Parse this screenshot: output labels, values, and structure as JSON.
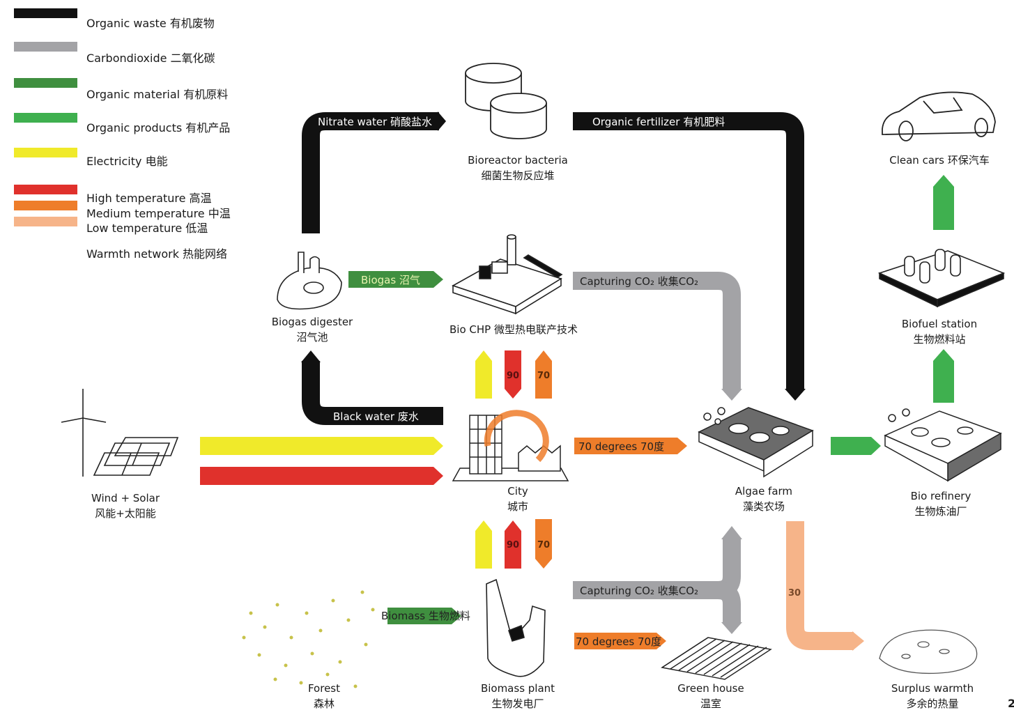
{
  "colors": {
    "organic_waste": "#111111",
    "carbon_dioxide": "#a3a3a6",
    "organic_material": "#3f8f3f",
    "organic_products": "#3fb04f",
    "electricity": "#f0ea2a",
    "high_temperature": "#e0312c",
    "medium_temperature": "#ee7d2a",
    "low_temperature": "#f6b489"
  },
  "legend": [
    {
      "label": "Organic waste  有机废物",
      "color_key": "organic_waste"
    },
    {
      "label": "Carbondioxide  二氧化碳",
      "color_key": "carbon_dioxide"
    },
    {
      "label": "Organic material  有机原料",
      "color_key": "organic_material"
    },
    {
      "label": "Organic products  有机产品",
      "color_key": "organic_products"
    },
    {
      "label": "Electricity  电能",
      "color_key": "electricity"
    },
    {
      "label": "High temperature  高温",
      "color_key": "high_temperature"
    },
    {
      "label": "Medium temperature  中温",
      "color_key": "medium_temperature"
    },
    {
      "label": "Low temperature  低温",
      "color_key": "low_temperature"
    },
    {
      "label": "Warmth network  热能网络"
    }
  ],
  "nodes": {
    "bioreactor": {
      "en": "Bioreactor bacteria",
      "zh": "细菌生物反应堆",
      "icon": "bioreactor-tanks-icon"
    },
    "clean_cars": {
      "en": "Clean cars  环保汽车",
      "icon": "car-icon"
    },
    "biogas_digester": {
      "en": "Biogas digester",
      "zh": "沼气池",
      "icon": "digester-icon"
    },
    "bio_chp": {
      "en": "Bio CHP  微型热电联产技术",
      "icon": "chp-plant-icon"
    },
    "biofuel_station": {
      "en": "Biofuel station",
      "zh": "生物燃料站",
      "icon": "biofuel-station-icon"
    },
    "wind_solar": {
      "en": "Wind + Solar",
      "zh": "风能+太阳能",
      "icon": "wind-solar-icon"
    },
    "city": {
      "en": "City",
      "zh": "城市",
      "icon": "city-icon"
    },
    "algae_farm": {
      "en": "Algae farm",
      "zh": "藻类农场",
      "icon": "algae-farm-icon"
    },
    "bio_refinery": {
      "en": "Bio refinery",
      "zh": "生物炼油厂",
      "icon": "refinery-icon"
    },
    "forest": {
      "en": "Forest",
      "zh": "森林",
      "icon": "forest-icon"
    },
    "biomass_plant": {
      "en": "Biomass plant",
      "zh": "生物发电厂",
      "icon": "biomass-plant-icon"
    },
    "green_house": {
      "en": "Green house",
      "zh": "温室",
      "icon": "greenhouse-icon"
    },
    "surplus_warmth": {
      "en": "Surplus warmth",
      "zh": "多余的热量",
      "icon": "pond-icon"
    }
  },
  "flows": {
    "nitrate_water": "Nitrate water  硝酸盐水",
    "organic_fertilizer": "Organic fertilizer  有机肥料",
    "biogas": "Biogas  沼气",
    "capturing_co2_top": "Capturing CO₂  收集CO₂",
    "black_water": "Black water  废水",
    "seventy_degrees_city": "70 degrees  70度",
    "capturing_co2_bottom": "Capturing CO₂  收集CO₂",
    "biomass": "Biomass 生物燃料",
    "seventy_degrees_green": "70 degrees  70度",
    "heat_90_top": "90",
    "heat_70_top": "70",
    "heat_90_bottom": "90",
    "heat_70_bottom": "70",
    "heat_30": "30"
  },
  "page_number": "2"
}
